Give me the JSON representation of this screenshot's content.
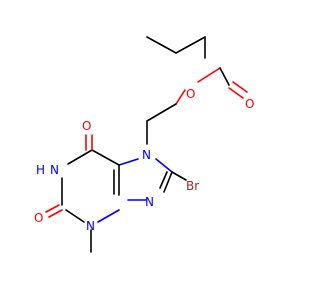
{
  "molecule": {
    "colors": {
      "carbon_bond": "#000000",
      "oxygen": "#ff0000",
      "nitrogen": "#0000ff",
      "bromine": "#a52a2a"
    },
    "atom_labels": {
      "o_ester": "O",
      "o_carbonyl_ester": "O",
      "o_c6": "O",
      "o_c2": "O",
      "n7": "N",
      "n9": "N",
      "n3": "N",
      "n1_h": "H",
      "n1": "N",
      "br": "Br"
    }
  }
}
